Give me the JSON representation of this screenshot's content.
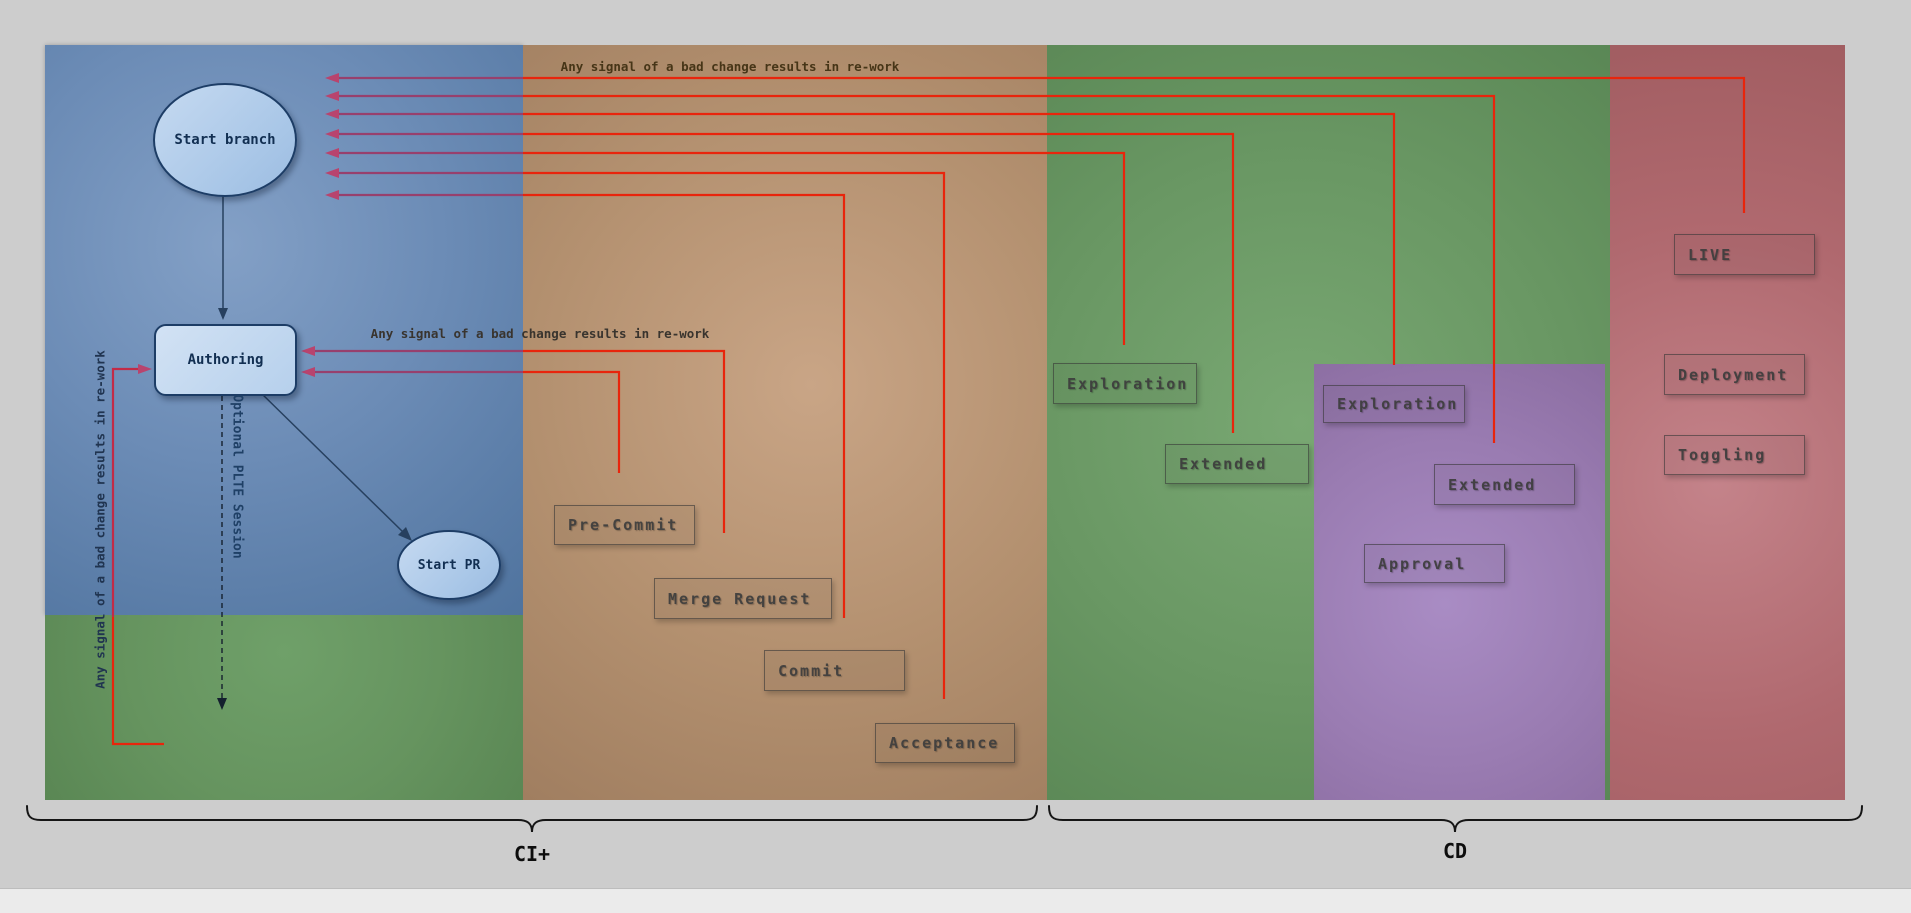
{
  "nodes": {
    "start_branch": "Start branch",
    "authoring": "Authoring",
    "start_pr": "Start PR"
  },
  "stages": {
    "pre_commit": "Pre-Commit",
    "merge_request": "Merge Request",
    "commit": "Commit",
    "acceptance": "Acceptance",
    "explore_ci": "Exploration",
    "extended_ci": "Extended",
    "explore_cd": "Exploration",
    "extended_cd": "Extended",
    "approval": "Approval",
    "live": "LIVE",
    "deployment": "Deployment",
    "toggling": "Toggling"
  },
  "annotations": {
    "rework": "Any signal of a bad change results in re-work",
    "optional_session": "Optional PLTE Session"
  },
  "groups": {
    "ci": "CI+",
    "cd": "CD"
  },
  "colors": {
    "rework_red": "#e8250c",
    "rework_in_blue": "#97406d",
    "rework_crimson": "#c22b47",
    "arrowhead_magenta": "#b8446e",
    "connector_dark": "#27405f",
    "brace_dark": "#151515",
    "region_blue": "#6c8cb6",
    "region_tan": "#b3906f",
    "region_green": "#699763",
    "region_purple": "#9a7cb2",
    "region_red": "#b0696f"
  }
}
